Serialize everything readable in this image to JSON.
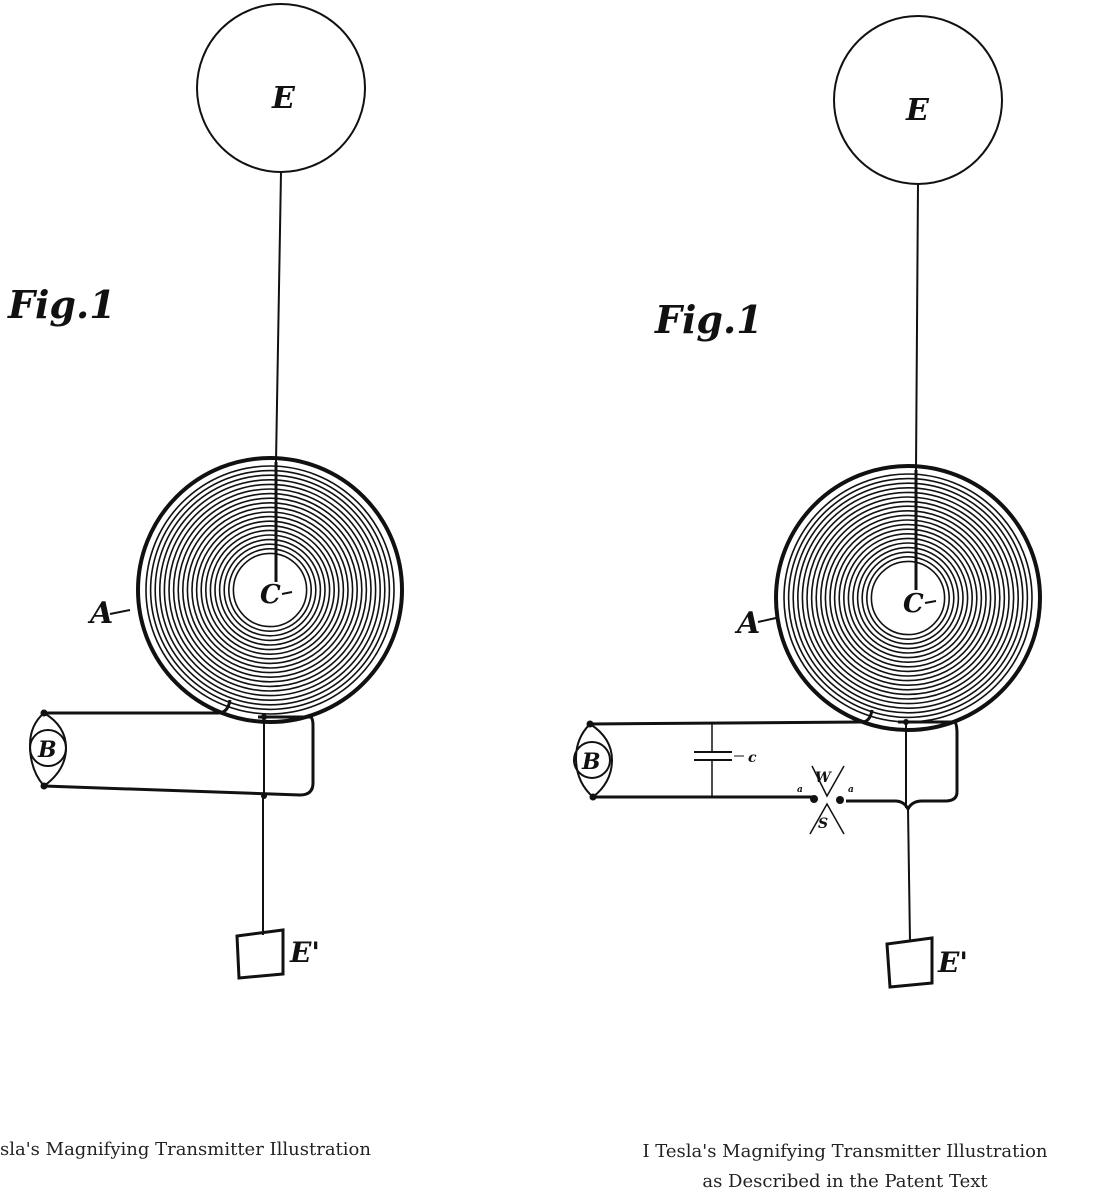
{
  "left_figure": {
    "fig_label": "Fig.1",
    "labels": {
      "top_terminal": "E",
      "coil": "A",
      "center": "C",
      "source": "B",
      "ground": "E'"
    }
  },
  "right_figure": {
    "fig_label": "Fig.1",
    "labels": {
      "top_terminal": "E",
      "coil": "A",
      "center": "C",
      "source": "B",
      "ground": "E'",
      "capacitor": "c",
      "gap_w": "W",
      "gap_s": "S",
      "gap_left": "a",
      "gap_right": "a"
    }
  },
  "captions": {
    "left": "sla's Magnifying Transmitter Illustration",
    "right_line1": "I Tesla's Magnifying  Transmitter Illustration",
    "right_line2": "as Described in the Patent Text"
  },
  "colors": {
    "ink": "#111111",
    "background": "#ffffff"
  }
}
